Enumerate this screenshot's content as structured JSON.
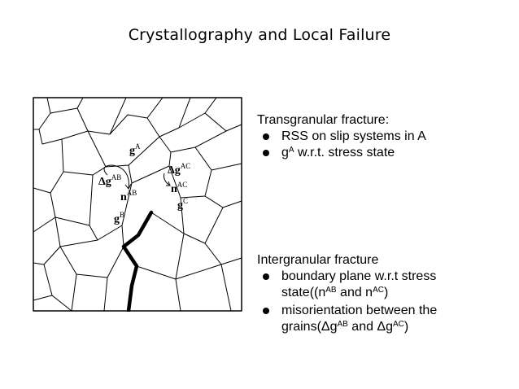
{
  "slide": {
    "title": "Crystallography and Local Failure"
  },
  "figure": {
    "labels": {
      "gA": {
        "base": "g",
        "sup": "A"
      },
      "dgAC": {
        "base": "Δg",
        "sup": "AC"
      },
      "dgAB": {
        "base": "Δg",
        "sup": "AB"
      },
      "nAC": {
        "base": "n",
        "sup": "AC"
      },
      "nAB": {
        "base": "n",
        "sup": "AB"
      },
      "gC": {
        "base": "g",
        "sup": "C"
      },
      "gB": {
        "base": "g",
        "sup": "B"
      }
    }
  },
  "transgranular": {
    "title": "Transgranular fracture:",
    "bullet1": "RSS on slip systems in A",
    "bullet2": {
      "g": "g",
      "sup": "A",
      "rest": " w.r.t. stress state"
    }
  },
  "intergranular": {
    "title": "Intergranular fracture",
    "bullet1": {
      "line1": "boundary plane w.r.t stress",
      "pre": "state((n",
      "sup1": "AB",
      "mid": " and n",
      "sup2": "AC",
      "post": ")"
    },
    "bullet2": {
      "line1": "misorientation between the",
      "pre": "grains(Δg",
      "sup1": "AB",
      "mid": " and Δg",
      "sup2": "AC",
      "post": ")"
    }
  }
}
